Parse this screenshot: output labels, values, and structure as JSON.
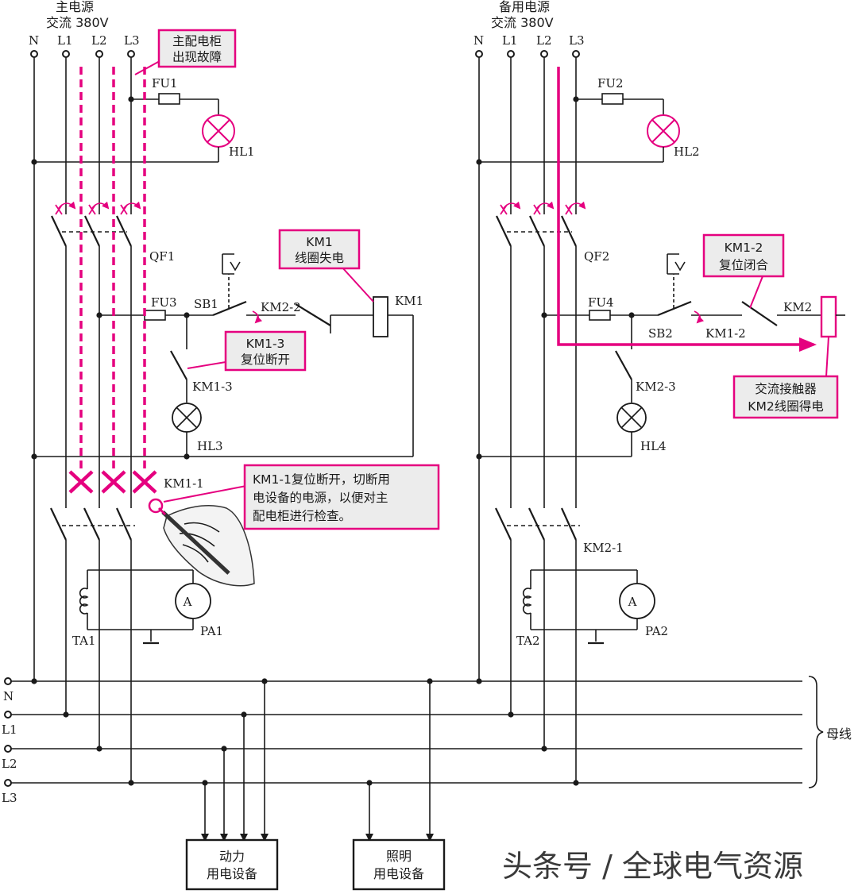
{
  "main_source": {
    "title": "主电源",
    "spec": "交流 380V",
    "terminals": [
      "N",
      "L1",
      "L2",
      "L3"
    ]
  },
  "backup_source": {
    "title": "备用电源",
    "spec": "交流 380V",
    "terminals": [
      "N",
      "L1",
      "L2",
      "L3"
    ]
  },
  "callouts": {
    "main_fault": [
      "主配电柜",
      "出现故障"
    ],
    "km1_coil_off": [
      "KM1",
      "线圈失电"
    ],
    "km1_3_open": [
      "KM1-3",
      "复位断开"
    ],
    "km1_1_open": [
      "KM1-1复位断开，切断用",
      "电设备的电源，以便对主",
      "配电柜进行检查。"
    ],
    "km1_2_close": [
      "KM1-2",
      "复位闭合"
    ],
    "km2_coil_on": [
      "交流接触器",
      "KM2线圈得电"
    ]
  },
  "labels": {
    "fu1": "FU1",
    "hl1": "HL1",
    "fu2": "FU2",
    "hl2": "HL2",
    "qf1": "QF1",
    "qf2": "QF2",
    "fu3": "FU3",
    "fu4": "FU4",
    "sb1": "SB1",
    "sb2": "SB2",
    "km2_2": "KM2-2",
    "km1": "KM1",
    "km1_2": "KM1-2",
    "km2": "KM2",
    "km1_3": "KM1-3",
    "km2_3": "KM2-3",
    "hl3": "HL3",
    "hl4": "HL4",
    "km1_1": "KM1-1",
    "km2_1": "KM2-1",
    "ta1": "TA1",
    "pa1": "PA1",
    "ta2": "TA2",
    "pa2": "PA2",
    "ammeter": "A"
  },
  "bus": {
    "lines": [
      "N",
      "L1",
      "L2",
      "L3"
    ],
    "label": "母线"
  },
  "loads": {
    "power": [
      "动力",
      "用电设备"
    ],
    "lighting": [
      "照明",
      "用电设备"
    ]
  },
  "watermark": "头条号 / 全球电气资源",
  "colors": {
    "wire": "#1a1a1a",
    "highlight": "#e5007f",
    "callout_fill": "#ececec"
  }
}
